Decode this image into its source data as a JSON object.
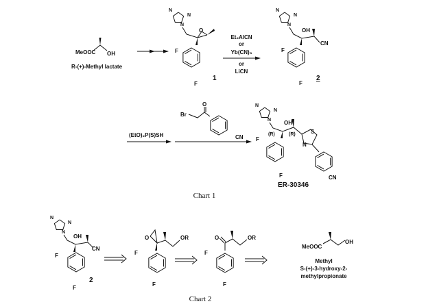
{
  "chart1": {
    "caption": "Chart 1",
    "start_material": {
      "ester": "MeOOC",
      "hydroxyl": "OH",
      "name": "R-(+)-Methyl lactate"
    },
    "compound1": {
      "label": "1",
      "epoxide_o": "O",
      "f1": "F",
      "f2": "F",
      "n1": "N",
      "n2": "N",
      "n3": "N"
    },
    "reagents_step2": [
      "Et₂AlCN",
      "or",
      "Yb(CN)₃",
      "or",
      "LiCN"
    ],
    "compound2": {
      "label": "2",
      "oh": "OH",
      "cn": "CN",
      "f1": "F",
      "f2": "F",
      "n1": "N",
      "n2": "N",
      "n3": "N"
    },
    "reagent_step3": "(EtO)₂P(S)SH",
    "bromoketone": {
      "o": "O",
      "br": "Br",
      "cn": "CN"
    },
    "product": {
      "name": "ER-30346",
      "oh": "OH",
      "r1": "(R)",
      "r2": "(R)",
      "s": "S",
      "n_thiazole": "N",
      "cn": "CN",
      "f1": "F",
      "f2": "F",
      "n1": "N",
      "n2": "N",
      "n3": "N"
    }
  },
  "chart2": {
    "caption": "Chart 2",
    "compound2": {
      "label": "2",
      "oh": "OH",
      "cn": "CN",
      "f1": "F",
      "f2": "F",
      "n1": "N",
      "n2": "N",
      "n3": "N"
    },
    "epoxide": {
      "o": "O",
      "or": "OR",
      "f1": "F",
      "f2": "F"
    },
    "ketone": {
      "o": "O",
      "or": "OR",
      "f1": "F",
      "f2": "F"
    },
    "target": {
      "ester": "MeOOC",
      "hydroxyl": "OH",
      "name_lines": [
        "Methyl",
        "S-(+)-3-hydroxy-2-",
        "methylpropionate"
      ]
    }
  }
}
